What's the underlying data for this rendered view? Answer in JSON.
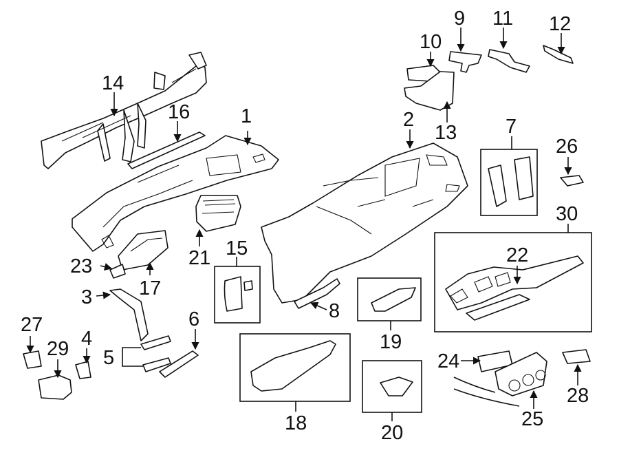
{
  "figure": {
    "callouts": [
      "1",
      "2",
      "3",
      "4",
      "5",
      "6",
      "7",
      "8",
      "9",
      "10",
      "11",
      "12",
      "13",
      "14",
      "15",
      "16",
      "17",
      "18",
      "19",
      "20",
      "21",
      "22",
      "23",
      "24",
      "25",
      "26",
      "27",
      "28",
      "29",
      "30"
    ]
  }
}
